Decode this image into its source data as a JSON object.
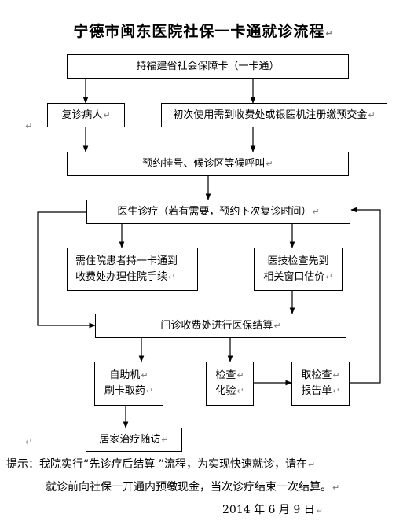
{
  "title": "宁德市闽东医院社保一卡通就诊流程",
  "para_mark": "↵",
  "nodes": {
    "card": "持福建省社会保障卡（一卡通）",
    "return_patient": "复诊病人",
    "first_use": "初次使用需到收费处或银医机注册缴预交金",
    "register": "预约挂号、候诊区等候呼叫",
    "diagnosis": "医生诊疗（若有需要，预约下次复诊时间）",
    "inpatient_line1": "需住院患者持一卡通到",
    "inpatient_line2": "收费处办理住院手续",
    "medtech_line1": "医技检查先到",
    "medtech_line2": "相关窗口估价",
    "settlement": "门诊收费处进行医保结算",
    "selfservice_line1": "自助机",
    "selfservice_line2": "刷卡取药",
    "lab_line1": "检查",
    "lab_line2": "化验",
    "report_line1": "取检查",
    "report_line2": "报告单",
    "home_followup": "居家治疗随访"
  },
  "footer": {
    "line1": "提示：我院实行“先诊疗后结算 ”流程，为实现快速就诊，请在",
    "line2": "就诊前向社保一开通内预缴现金，当次诊疗结束一次结算。",
    "date": "2014 年 6 月 9 日"
  }
}
